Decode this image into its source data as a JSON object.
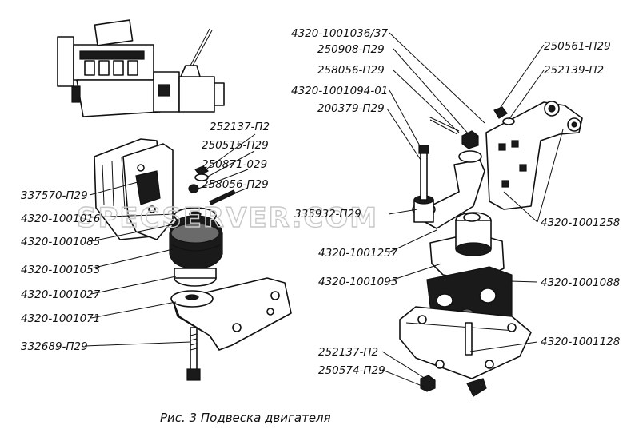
{
  "caption": "Рис. 3 Подвеска двигателя",
  "watermark": "SPECSERVER.COM",
  "labels": {
    "left": [
      "252137-П2",
      "250515-П29",
      "250871-029",
      "258056-П29",
      "337570-П29",
      "4320-1001016",
      "4320-1001085",
      "4320-1001053",
      "4320-1001027",
      "4320-1001071",
      "332689-П29"
    ],
    "right": [
      "4320-1001036/37",
      "250908-П29",
      "258056-П29",
      "4320-1001094-01",
      "200379-П29",
      "250561-П29",
      "252139-П2",
      "335932-П29",
      "4320-1001257",
      "4320-1001095",
      "4320-1001258",
      "4320-1001088",
      "4320-1001128",
      "252137-П2",
      "250574-П29"
    ]
  }
}
